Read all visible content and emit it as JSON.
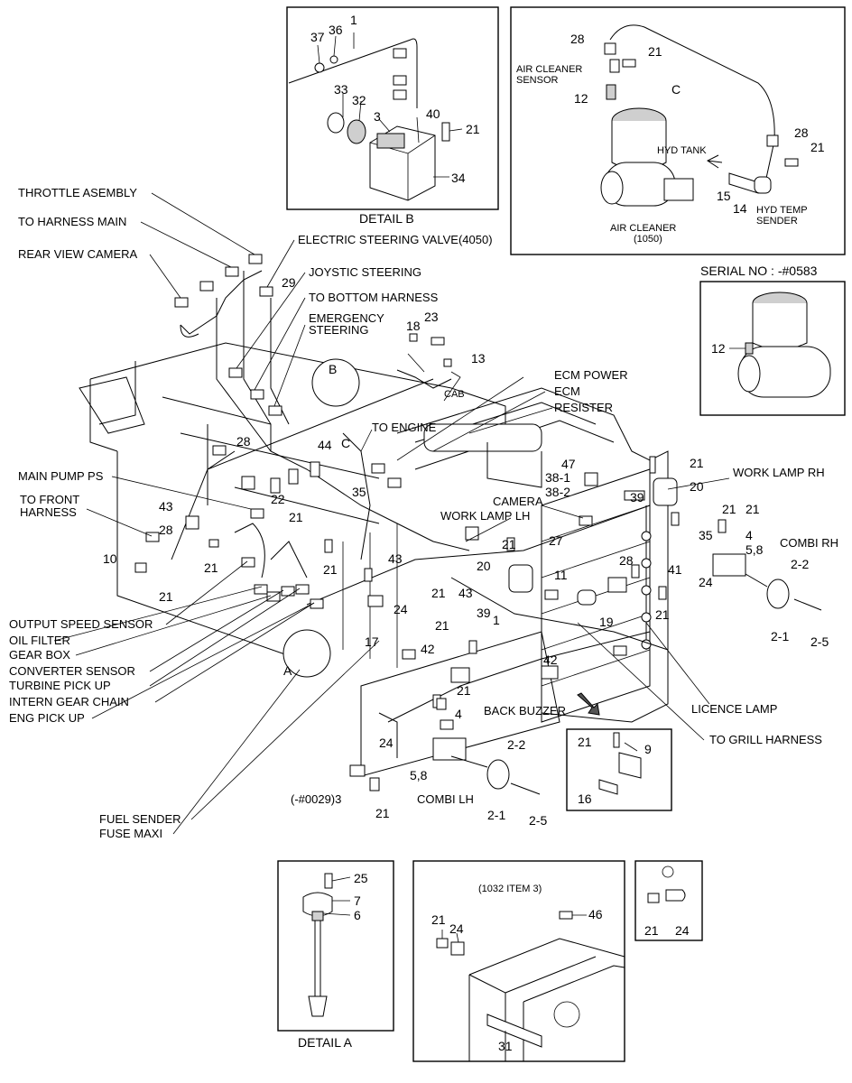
{
  "labels": {
    "throttle_asembly": "THROTTLE ASEMBLY",
    "to_harness_main": "TO HARNESS MAIN",
    "rear_view_camera": "REAR VIEW CAMERA",
    "electric_steering_valve": "ELECTRIC STEERING VALVE(4050)",
    "joystic_steering": "JOYSTIC STEERING",
    "to_bottom_harness": "TO BOTTOM HARNESS",
    "emergency": "EMERGENCY",
    "steering": "STEERING",
    "cab": "CAB",
    "ecm_power": "ECM POWER",
    "ecm": "ECM",
    "resister": "RESISTER",
    "to_engine": "TO ENGINE",
    "main_pump_ps": "MAIN PUMP PS",
    "to_front": "TO FRONT",
    "harness": "HARNESS",
    "camera": "CAMERA",
    "work_lamp_lh": "WORK LAMP LH",
    "work_lamp_rh": "WORK LAMP RH",
    "combi_rh": "COMBI RH",
    "combi_lh": "COMBI LH",
    "output_speed_sensor": "OUTPUT SPEED SENSOR",
    "oil_filter": "OIL FILTER",
    "gear_box": "GEAR BOX",
    "converter_sensor": "CONVERTER SENSOR",
    "turbine_pick_up": "TURBINE PICK UP",
    "intern_gear_chain": "INTERN GEAR CHAIN",
    "eng_pick_up": "ENG PICK UP",
    "back_buzzer": "BACK BUZZER",
    "licence_lamp": "LICENCE LAMP",
    "to_grill_harness": "TO GRILL HARNESS",
    "fuel_sender": "FUEL SENDER",
    "fuse_maxi": "FUSE MAXI",
    "serial_no": "SERIAL NO : -#0583",
    "detail_b": "DETAIL B",
    "detail_a": "DETAIL A",
    "air_cleaner_sensor_1": "AIR CLEANER",
    "air_cleaner_sensor_2": "SENSOR",
    "hyd_tank": "HYD TANK",
    "air_cleaner_1": "AIR CLEANER",
    "air_cleaner_2": "(1050)",
    "hyd_temp_1": "HYD TEMP",
    "hyd_temp_2": "SENDER",
    "item_1032": "(1032 ITEM 3)",
    "serial_0029": "(-#0029)3",
    "ref_a": "A",
    "ref_b": "B",
    "ref_c": "C",
    "ref_c2": "C"
  },
  "numbers": {
    "n1": "1",
    "n2_1": "2-1",
    "n2_2": "2-2",
    "n2_5": "2-5",
    "n3": "3",
    "n4": "4",
    "n5_8": "5,8",
    "n6": "6",
    "n7": "7",
    "n9": "9",
    "n10": "10",
    "n11": "11",
    "n12": "12",
    "n13": "13",
    "n14": "14",
    "n15": "15",
    "n16": "16",
    "n17": "17",
    "n18": "18",
    "n19": "19",
    "n20": "20",
    "n21": "21",
    "n22": "22",
    "n23": "23",
    "n24": "24",
    "n25": "25",
    "n27": "27",
    "n28": "28",
    "n29": "29",
    "n31": "31",
    "n32": "32",
    "n33": "33",
    "n34": "34",
    "n35": "35",
    "n36": "36",
    "n37": "37",
    "n38_1": "38-1",
    "n38_2": "38-2",
    "n39": "39",
    "n40": "40",
    "n41": "41",
    "n42": "42",
    "n43": "43",
    "n44": "44",
    "n46": "46",
    "n47": "47"
  }
}
